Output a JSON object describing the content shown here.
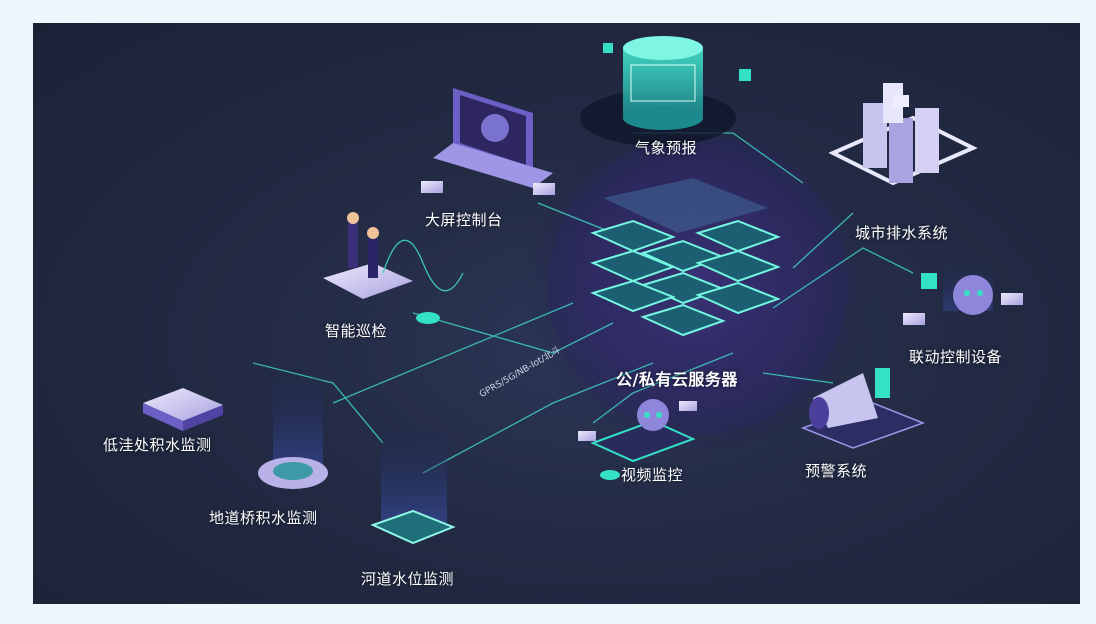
{
  "labels": {
    "weather": "气象预报",
    "big_screen": "大屏控制台",
    "drainage": "城市排水系统",
    "patrol": "智能巡检",
    "linkage": "联动控制设备",
    "cloud": "公/私有云服务器",
    "network": "GPRS/5G/NB-Iot/北斗",
    "low_area": "低洼处积水监测",
    "underpass": "地道桥积水监测",
    "river": "河道水位监测",
    "video": "视频监控",
    "warning": "预警系统"
  },
  "colors": {
    "background": "#232b45",
    "line": "#3fd6c2",
    "accent_teal": "#34e0c6",
    "accent_purple": "#5b4bb3",
    "panel_light": "#c9c6ef"
  }
}
